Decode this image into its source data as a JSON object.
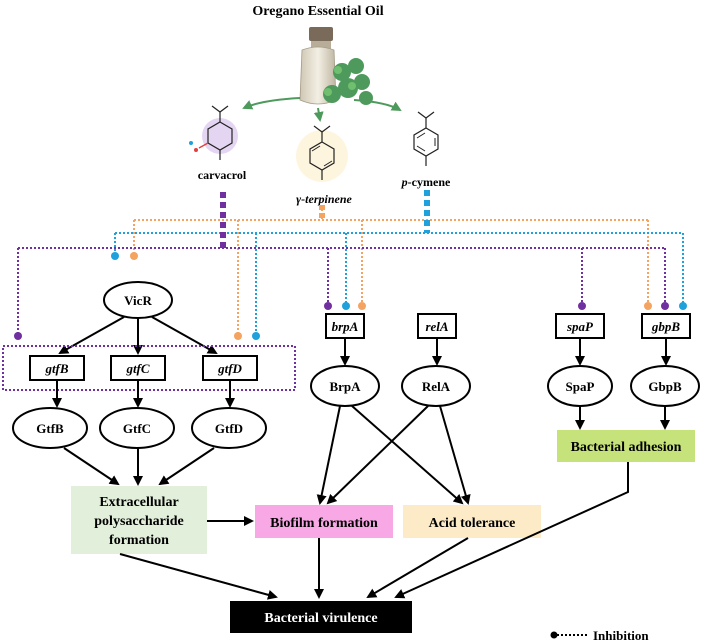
{
  "title": "Oregano Essential Oil",
  "compounds": {
    "carvacrol": "carvacrol",
    "terpinene": "γ-terpinene",
    "cymene_prefix": "p",
    "cymene_suffix": "-cymene"
  },
  "regulator": "VicR",
  "genes": {
    "gtfB": "gtfB",
    "gtfC": "gtfC",
    "gtfD": "gtfD",
    "brpA": "brpA",
    "relA": "relA",
    "spaP": "spaP",
    "gbpB": "gbpB"
  },
  "proteins": {
    "GtfB": "GtfB",
    "GtfC": "GtfC",
    "GtfD": "GtfD",
    "BrpA": "BrpA",
    "RelA": "RelA",
    "SpaP": "SpaP",
    "GbpB": "GbpB"
  },
  "outcomes": {
    "eps_line1": "Extracellular",
    "eps_line2": "polysaccharide",
    "eps_line3": "formation",
    "biofilm": "Biofilm formation",
    "acid": "Acid tolerance",
    "adhesion": "Bacterial adhesion",
    "virulence": "Bacterial virulence"
  },
  "legend": {
    "inhibition": "Inhibition"
  },
  "colors": {
    "carvacrol": "#7030a0",
    "terpinene": "#f4a460",
    "cymene": "#1fa2dc",
    "eps_fill": "#e2efda",
    "biofilm_fill": "#f9a8e6",
    "acid_fill": "#fcebc6",
    "adhesion_fill": "#c6e27a",
    "virulence_fill": "#000000"
  }
}
